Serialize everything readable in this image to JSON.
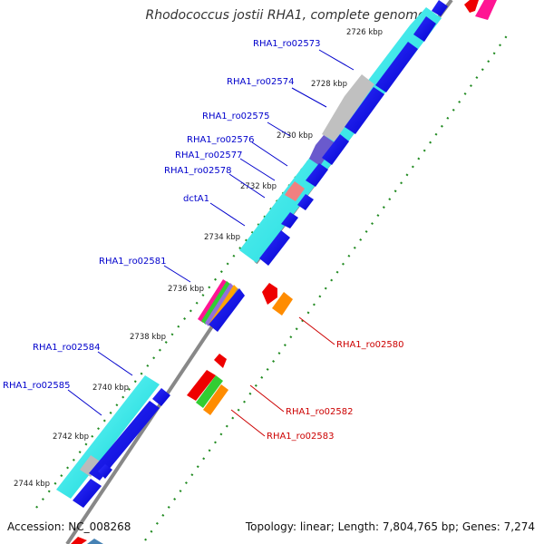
{
  "title": "Rhodococcus jostii RHA1, complete genome",
  "accession": "Accession: NC_008268",
  "topology": "Topology: linear; Length: 7,804,765 bp; Genes: 7,274",
  "ticks": [
    {
      "label": "2726 kbp"
    },
    {
      "label": "2728 kbp"
    },
    {
      "label": "2730 kbp"
    },
    {
      "label": "2732 kbp"
    },
    {
      "label": "2734 kbp"
    },
    {
      "label": "2736 kbp"
    },
    {
      "label": "2738 kbp"
    },
    {
      "label": "2740 kbp"
    },
    {
      "label": "2742 kbp"
    },
    {
      "label": "2744 kbp"
    }
  ],
  "forward_gene_labels": [
    "RHA1_ro02573",
    "RHA1_ro02574",
    "RHA1_ro02575",
    "RHA1_ro02576",
    "RHA1_ro02577",
    "RHA1_ro02578",
    "dctA1",
    "RHA1_ro02581",
    "RHA1_ro02584",
    "RHA1_ro02585"
  ],
  "reverse_gene_labels": [
    "RHA1_ro02580",
    "RHA1_ro02582",
    "RHA1_ro02583"
  ],
  "colors": {
    "forward_label": "#0000cc",
    "reverse_label": "#cc0000",
    "backbone": "#888888",
    "tick_dots": "#228b22",
    "cds_blue": "#0000ee",
    "cyan": "#00e5ee",
    "cyan_light": "#7fffff",
    "grey_block": "#bbbbbb",
    "purple_block": "#6a5acd",
    "pink_block": "#f08080",
    "red_gene": "#ee0000",
    "orange_gene": "#ff8c00",
    "magenta_gene": "#ff1493",
    "green_gene": "#32cd32"
  }
}
